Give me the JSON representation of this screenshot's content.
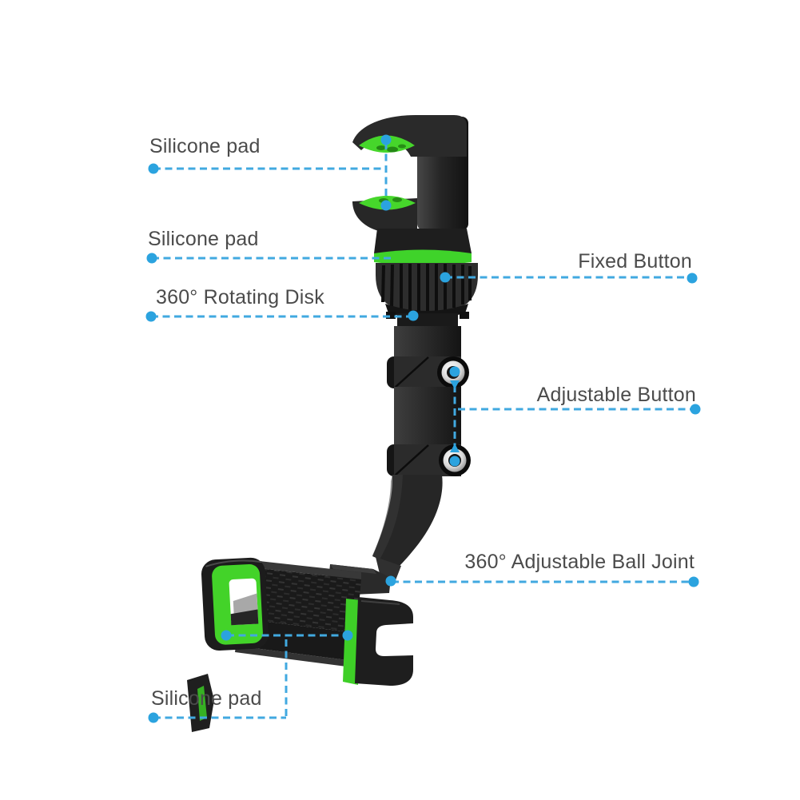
{
  "diagram": {
    "background_color": "#ffffff",
    "subject": "annotated product diagram of a rear-view-mirror phone holder"
  },
  "colors": {
    "callout_line_blue": "#41a9e0",
    "callout_dot_blue": "#2ba3df",
    "accent_green": "#44d62c",
    "product_black": "#1e1e1e",
    "label_text_gray": "#4b4b4b",
    "button_silver": "#d9d9d9"
  },
  "callouts": [
    {
      "id": "silicone-pad-top",
      "label": "Silicone pad"
    },
    {
      "id": "silicone-pad-mid",
      "label": "Silicone pad"
    },
    {
      "id": "rotating-disk",
      "label": "360° Rotating Disk"
    },
    {
      "id": "fixed-button",
      "label": "Fixed Button"
    },
    {
      "id": "adjustable-button",
      "label": "Adjustable Button"
    },
    {
      "id": "ball-joint",
      "label": "360° Adjustable Ball Joint"
    },
    {
      "id": "silicone-pad-bottom",
      "label": "Silicone pad"
    }
  ]
}
